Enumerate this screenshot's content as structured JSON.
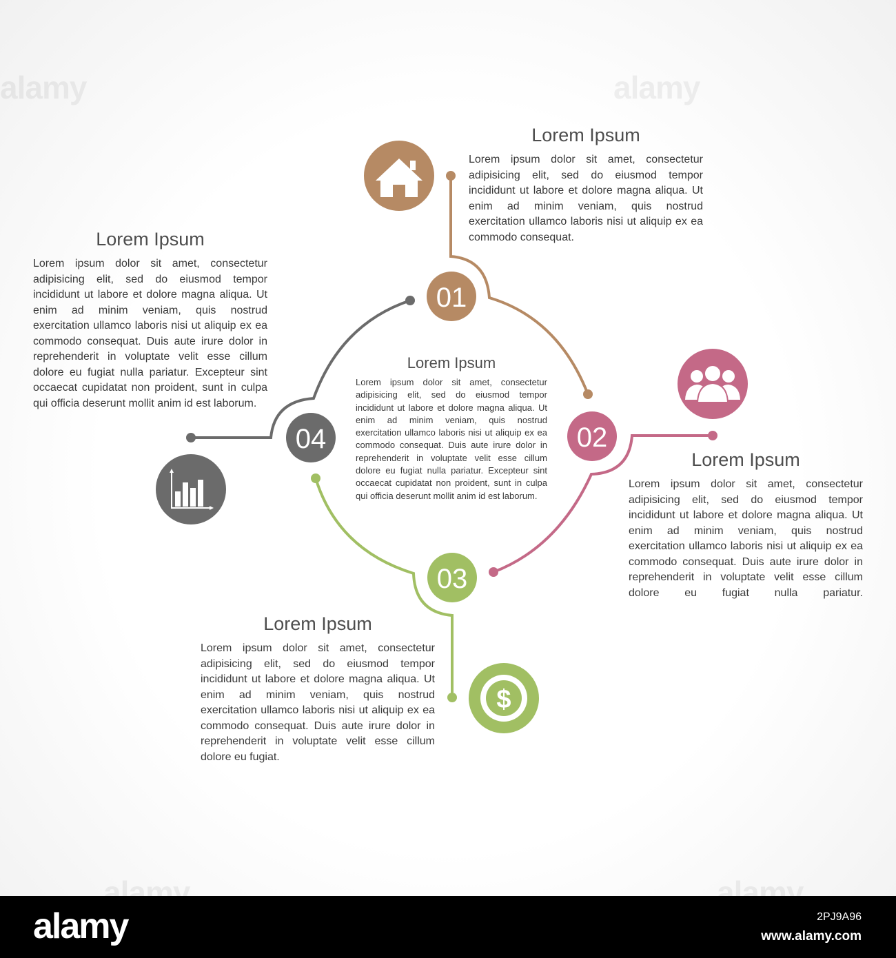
{
  "colors": {
    "step1": "#b68a64",
    "step2": "#c46987",
    "step3": "#a1bf63",
    "step4": "#6b6b6b",
    "text": "#3a3a3a",
    "heading": "#4d4d4d"
  },
  "center": {
    "title": "Lorem Ipsum",
    "text": "Lorem ipsum dolor sit amet, consectetur adipisicing elit, sed do eiusmod tempor incididunt ut labore et dolore magna aliqua. Ut enim ad minim veniam, quis nostrud exercitation ullamco laboris nisi ut aliquip ex ea commodo consequat. Duis aute irure dolor in reprehenderit in voluptate velit esse cillum dolore eu fugiat nulla pariatur. Excepteur sint occaecat cupidatat non proident, sunt in culpa qui officia deserunt mollit anim id est laborum."
  },
  "steps": [
    {
      "number": "01",
      "icon": "home-icon",
      "title": "Lorem Ipsum",
      "text": "Lorem ipsum dolor sit amet, consectetur adipisicing elit, sed do eiusmod tempor incididunt ut labore et dolore magna aliqua. Ut enim ad minim veniam, quis nostrud exercitation ullamco laboris nisi ut aliquip ex ea commodo consequat."
    },
    {
      "number": "02",
      "icon": "people-icon",
      "title": "Lorem Ipsum",
      "text": "Lorem ipsum dolor sit amet, consectetur adipisicing elit, sed do eiusmod tempor incididunt ut labore et dolore magna aliqua. Ut enim ad minim veniam, quis nostrud exercitation ullamco laboris nisi ut aliquip ex ea commodo consequat. Duis aute irure dolor in reprehenderit in voluptate velit esse cillum dolore eu fugiat nulla pariatur."
    },
    {
      "number": "03",
      "icon": "dollar-coin-icon",
      "title": "Lorem Ipsum",
      "text": "Lorem ipsum dolor sit amet, consectetur adipisicing elit, sed do eiusmod tempor incididunt ut labore et dolore magna aliqua. Ut enim ad minim veniam, quis nostrud exercitation ullamco laboris nisi ut aliquip ex ea commodo consequat. Duis aute irure dolor in reprehenderit in voluptate velit esse cillum dolore eu fugiat."
    },
    {
      "number": "04",
      "icon": "bar-chart-icon",
      "title": "Lorem Ipsum",
      "text": "Lorem ipsum dolor sit amet, consectetur adipisicing elit, sed do eiusmod tempor incididunt ut labore et dolore magna aliqua. Ut enim ad minim veniam, quis nostrud exercitation ullamco laboris nisi ut aliquip ex ea commodo consequat. Duis aute irure dolor in reprehenderit in voluptate velit esse cillum dolore eu fugiat nulla pariatur. Excepteur sint occaecat cupidatat non proident, sunt in culpa qui officia deserunt mollit anim id est laborum."
    }
  ],
  "watermark": {
    "brand": "alamy",
    "image_code": "2PJ9A96",
    "url": "www.alamy.com"
  }
}
